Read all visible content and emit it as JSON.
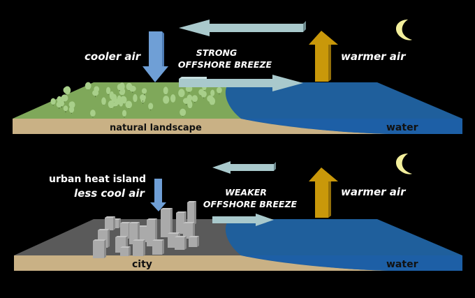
{
  "top_panel": {
    "cool_label": "cooler air",
    "breeze_line1": "STRONG",
    "breeze_line2": "OFFSHORE BREEZE",
    "warm_label": "warmer air",
    "land_label": "natural landscape",
    "water_label": "water"
  },
  "bottom_panel": {
    "uhi_label": "urban heat island",
    "cool_label": "less cool air",
    "breeze_line1": "WEAKER",
    "breeze_line2": "OFFSHORE BREEZE",
    "warm_label": "warmer air",
    "land_label": "city",
    "water_label": "water"
  },
  "colors": {
    "grass": "#7fa85a",
    "city": "#5a5a5a",
    "sand": "#c9b185",
    "water": "#1f5f9c",
    "breeze_arrow": "#a9c9cc",
    "cool_arrow": "#6f9fd6",
    "warm_arrow": "#c9980a",
    "moon": "#f3ef9c"
  }
}
